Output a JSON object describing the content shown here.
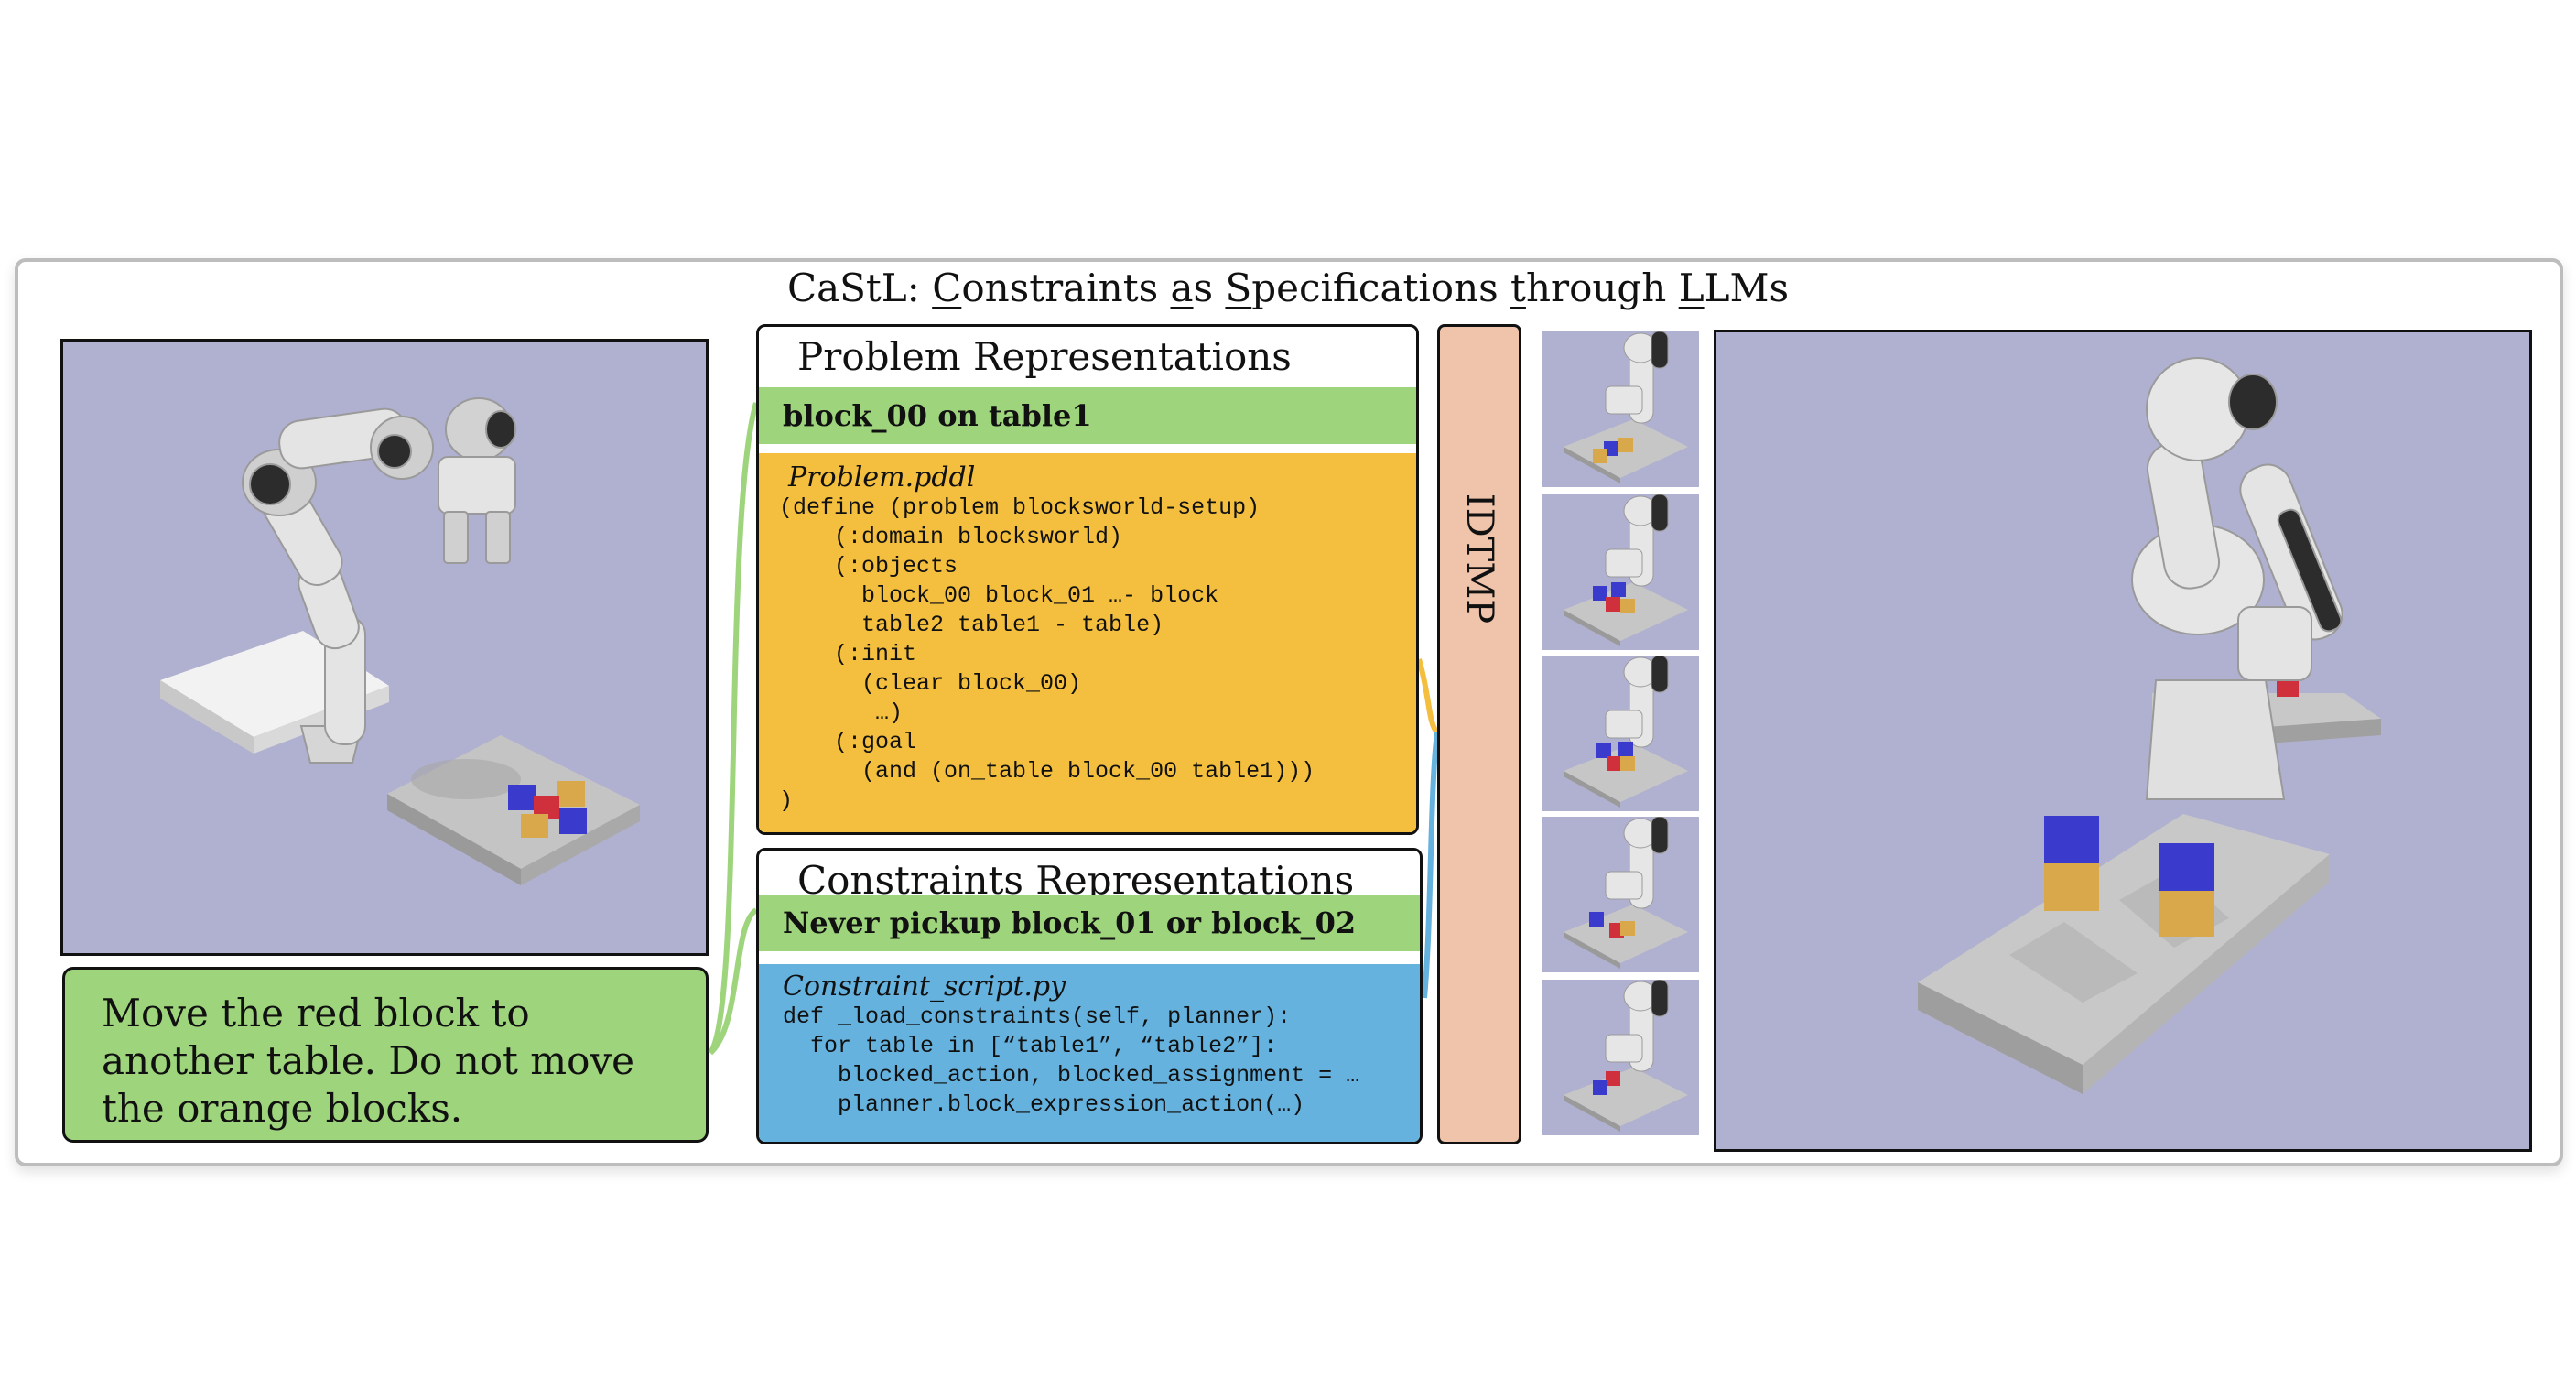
{
  "title": {
    "prefix": "CaSt",
    "parts": [
      "L: ",
      "C",
      "onstraints ",
      "a",
      "s ",
      "S",
      "pecifications ",
      "t",
      "hrough ",
      "L",
      "LMs"
    ]
  },
  "instruction": "Move the red block to another table. Do not move the orange blocks.",
  "problem": {
    "header": "Problem Representations",
    "nl_goal": "block_00 on table1",
    "file": "Problem.pddl",
    "code": "(define (problem blocksworld-setup)\n    (:domain blocksworld)\n    (:objects\n      block_00 block_01 …- block\n      table2 table1 - table)\n    (:init\n      (clear block_00)\n       …)\n    (:goal\n      (and (on_table block_00 table1)))\n)"
  },
  "constraints": {
    "header": "Constraints Representations",
    "nl_constraint": "Never pickup block_01 or block_02",
    "file": "Constraint_script.py",
    "code": "def _load_constraints(self, planner):\n  for table in [“table1”, “table2”]:\n    blocked_action, blocked_assignment = …\n    planner.block_expression_action(…)"
  },
  "planner_label": "IDTMP",
  "colors": {
    "scene_bg": "#b0b0d0",
    "nl_green": "#9ed47c",
    "pddl_yellow": "#f4bf3e",
    "script_blue": "#66b2de",
    "planner_peach": "#efc4aa",
    "block_red": "#d0303c",
    "block_blue": "#3a3acc",
    "block_orange": "#d8a84a"
  },
  "icons": [
    "robot-arm-icon",
    "table-icon",
    "block-icon"
  ]
}
